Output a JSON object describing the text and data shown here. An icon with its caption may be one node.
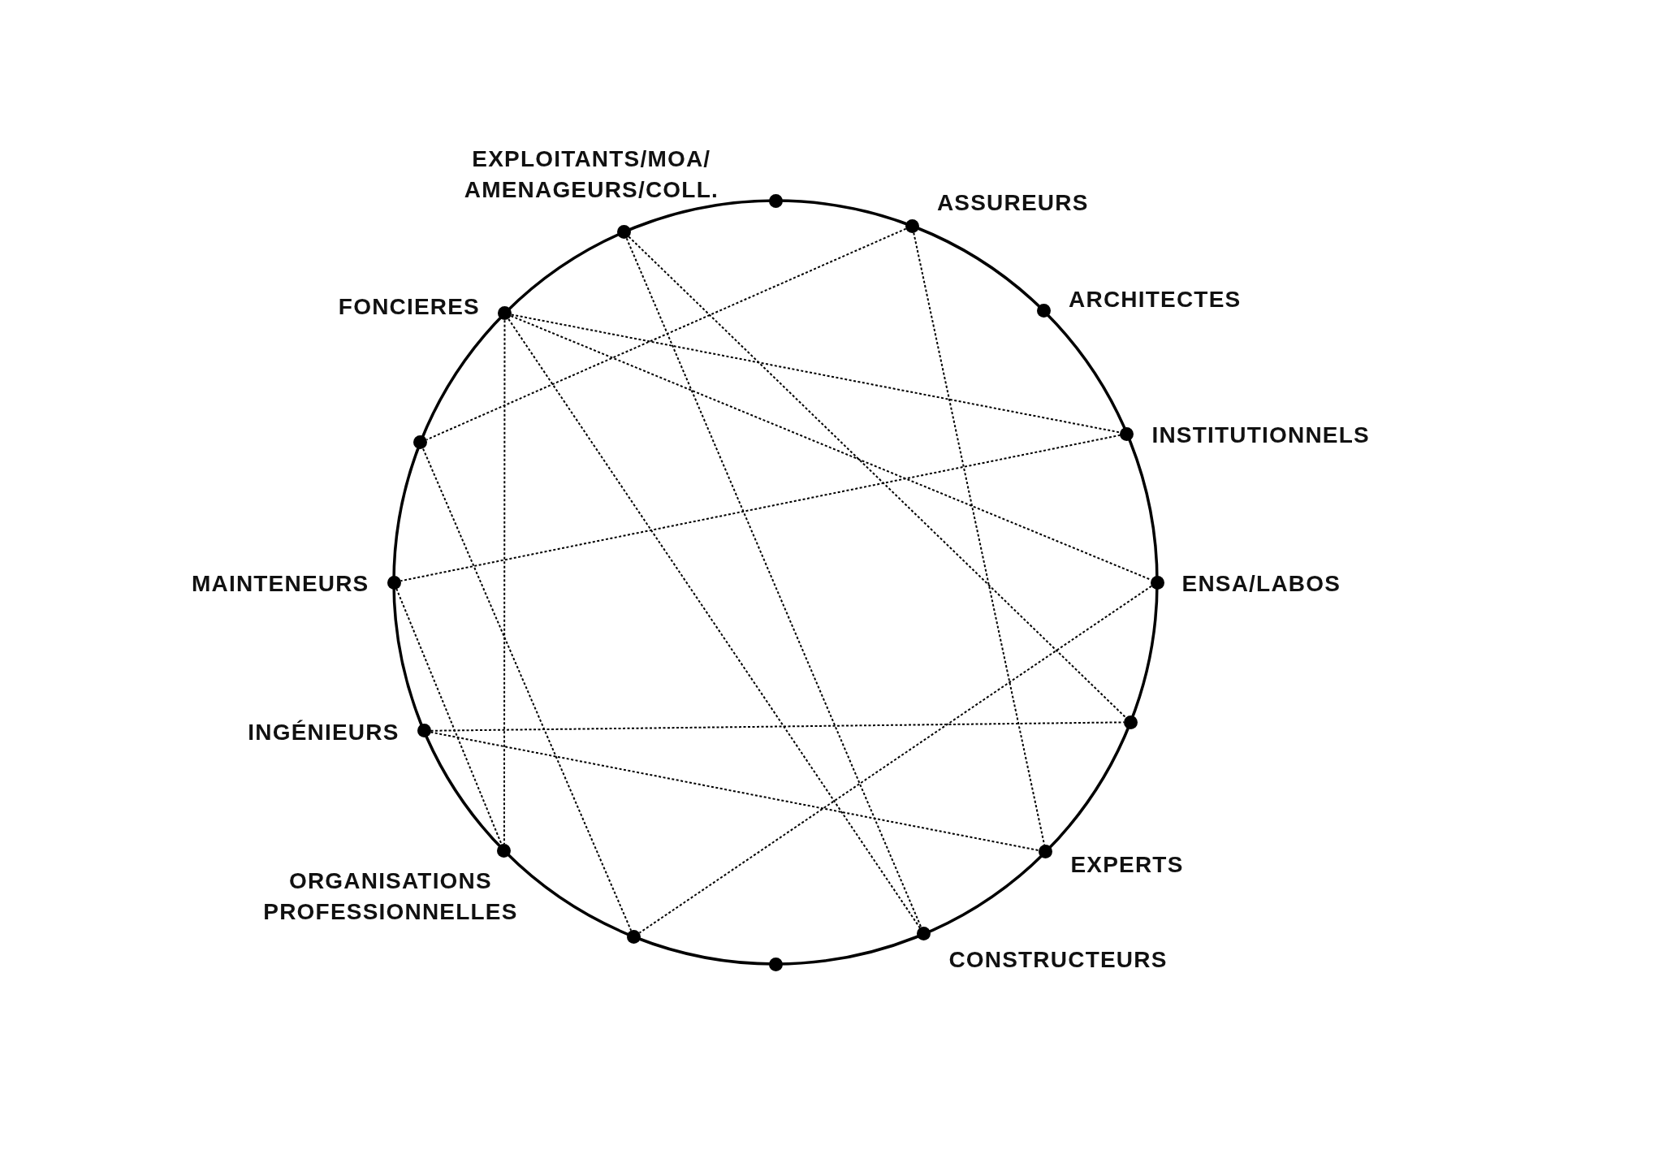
{
  "diagram": {
    "nodes": [
      {
        "text": [],
        "shape": "circle"
      },
      {
        "text": [
          "ASSUREURS"
        ]
      },
      {
        "text": [
          "EXPLOITANTS/MOA/ AMENAGEURS/COLL."
        ]
      },
      {
        "text": [
          "ARCHITECTES"
        ]
      },
      {
        "text": [
          "FONCIERES"
        ]
      },
      {
        "text": [
          "INSTITUTIONNELS"
        ]
      },
      {
        "text": [],
        "shape": "circle"
      },
      {
        "text": [
          "MAINTENEURS"
        ]
      },
      {
        "text": [
          "ENSA/LABOS"
        ]
      },
      {
        "text": [],
        "shape": "circle"
      },
      {
        "text": [
          "INGÉNIEURS"
        ]
      },
      {
        "text": [
          "ORGANISATIONS PROFESSIONNELLES"
        ]
      },
      {
        "text": [
          "EXPERTS"
        ]
      },
      {
        "text": [
          "CONSTRUCTEURS"
        ]
      },
      {
        "text": [],
        "shape": "circle"
      },
      {
        "text": [],
        "shape": "circle"
      }
    ],
    "edges": [
      {
        "from": 2,
        "to": 9,
        "arrow": "none"
      },
      {
        "from": 2,
        "to": 13,
        "arrow": "none"
      },
      {
        "from": 1,
        "to": 6,
        "arrow": "none"
      },
      {
        "from": 1,
        "to": 12,
        "arrow": "none"
      },
      {
        "from": 4,
        "to": 5,
        "arrow": "none"
      },
      {
        "from": 4,
        "to": 8,
        "arrow": "none"
      },
      {
        "from": 4,
        "to": 11,
        "arrow": "none"
      },
      {
        "from": 4,
        "to": 13,
        "arrow": "none"
      },
      {
        "from": 5,
        "to": 7,
        "arrow": "none"
      },
      {
        "from": 6,
        "to": 14,
        "arrow": "none"
      },
      {
        "from": 7,
        "to": 11,
        "arrow": "none"
      },
      {
        "from": 10,
        "to": 9,
        "arrow": "none"
      },
      {
        "from": 10,
        "to": 12,
        "arrow": "none"
      },
      {
        "from": 8,
        "to": 14,
        "arrow": "none"
      }
    ]
  }
}
